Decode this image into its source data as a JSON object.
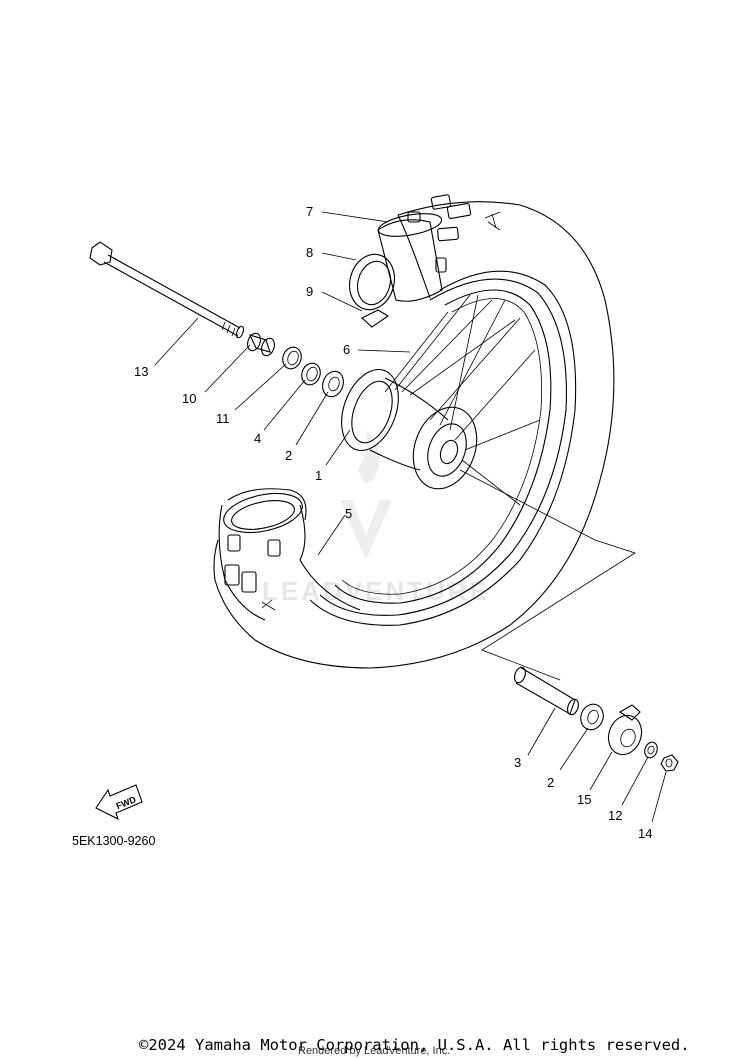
{
  "diagram_code": "5EK1300-9260",
  "fwd_label": "FWD",
  "watermark": "LEADVENTURE",
  "copyright": "©2024 Yamaha Motor Corporation, U.S.A. All rights reserved.",
  "rendered_by": "Rendered by LeadVenture, Inc.",
  "callouts": {
    "c1": "1",
    "c2": "2",
    "c2b": "2",
    "c3": "3",
    "c4": "4",
    "c5": "5",
    "c6": "6",
    "c7": "7",
    "c8": "8",
    "c9": "9",
    "c10": "10",
    "c11": "11",
    "c12": "12",
    "c13": "13",
    "c14": "14",
    "c15": "15"
  }
}
